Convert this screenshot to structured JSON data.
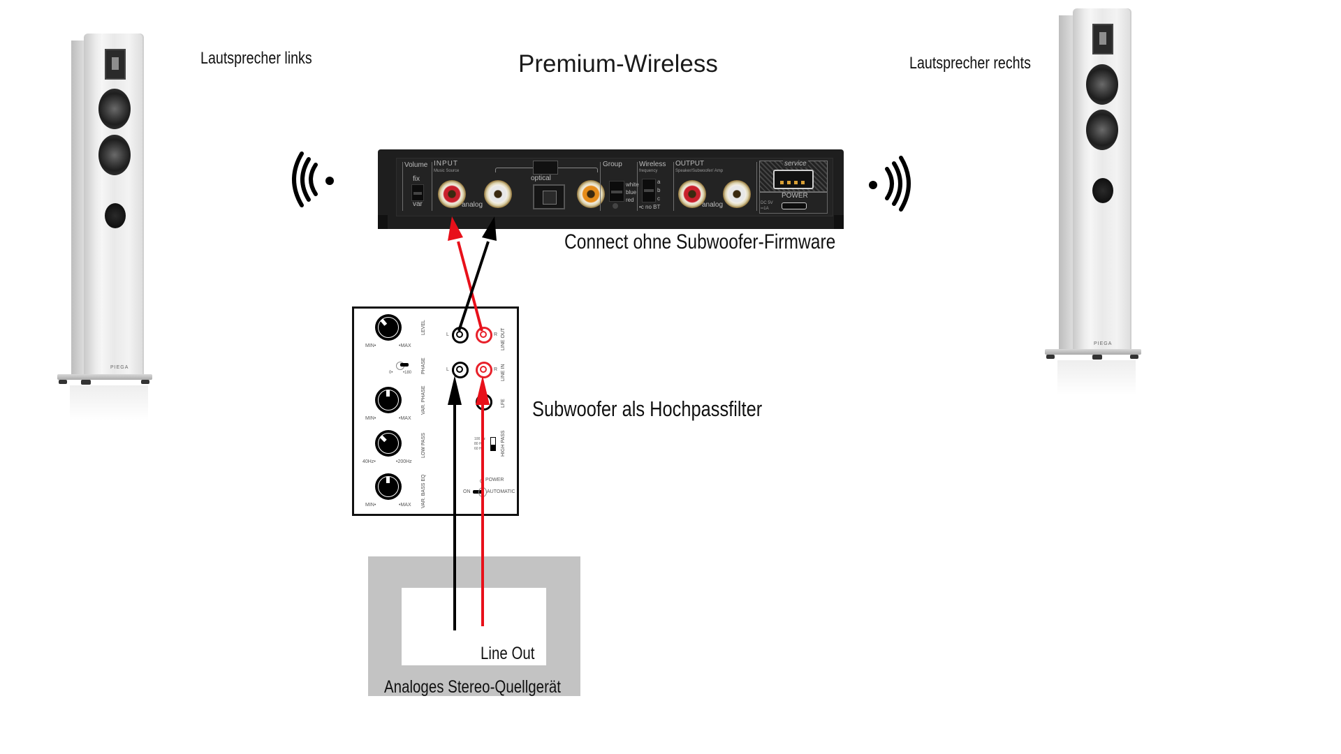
{
  "diagram": {
    "title": "Premium-Wireless",
    "speaker_left": {
      "label": "Lautsprecher links",
      "brand": "PIEGA"
    },
    "speaker_right": {
      "label": "Lautsprecher rechts",
      "brand": "PIEGA"
    },
    "wireless_icon_left": "wireless-signal-icon",
    "wireless_icon_right": "wireless-signal-icon",
    "device": {
      "caption": "Connect ohne Subwoofer-Firmware",
      "volume": {
        "title": "Volume",
        "fix": "fix",
        "var": "var"
      },
      "input": {
        "title": "INPUT",
        "subtitle": "Music Source",
        "analog": "analog",
        "optical": "optical"
      },
      "group": {
        "title": "Group",
        "options": [
          "white",
          "blue",
          "red"
        ]
      },
      "wireless": {
        "title": "Wireless",
        "subtitle": "frequency",
        "options": [
          "a",
          "b",
          "c"
        ],
        "note": "•c no BT"
      },
      "output": {
        "title": "OUTPUT",
        "subtitle": "Speaker/Subwoofer/ Amp",
        "analog": "analog"
      },
      "service": "service",
      "power": {
        "title": "POWER",
        "spec1": "DC 5V",
        "spec2": "═1A"
      }
    },
    "subwoofer": {
      "caption": "Subwoofer als Hochpassfilter",
      "controls": [
        {
          "name": "LEVEL",
          "min": "MIN•",
          "max": "•MAX"
        },
        {
          "name": "PHASE",
          "min": "0•",
          "max": "•180"
        },
        {
          "name": "VAR. PHASE",
          "min": "MIN•",
          "max": "•MAX"
        },
        {
          "name": "LOW PASS",
          "min": "40Hz•",
          "max": "•200Hz"
        },
        {
          "name": "VAR. BASS EQ",
          "min": "MIN•",
          "max": "•MAX"
        }
      ],
      "jacks": {
        "line_out": "LINE OUT",
        "line_in": "LINE IN",
        "lfe": "LFE",
        "left": "L",
        "right": "R"
      },
      "high_pass": {
        "title": "HIGH PASS",
        "options": [
          "100 Hz",
          "80 Hz",
          "60 Hz"
        ]
      },
      "power": {
        "title": "POWER",
        "on": "ON",
        "automatic": "AUTOMATIC"
      }
    },
    "source": {
      "label": "Analoges Stereo-Quellgerät",
      "port_label": "Line Out"
    },
    "colors": {
      "cable_left": "#000000",
      "cable_right": "#e8101a",
      "source_frame": "#c3c3c3",
      "device_body": "#1e1e1e"
    }
  }
}
